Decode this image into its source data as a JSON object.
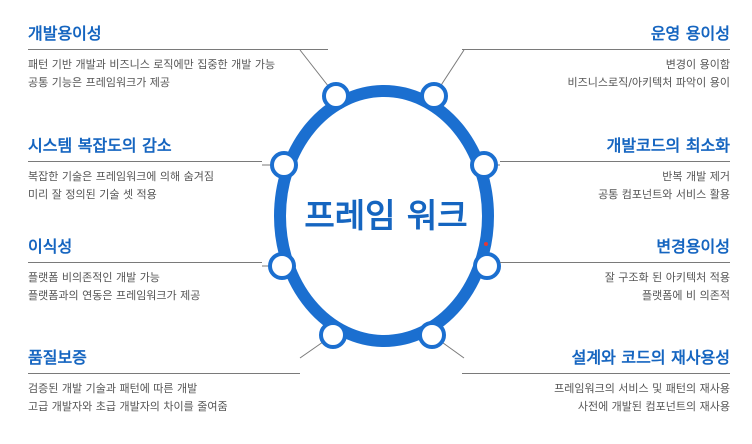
{
  "center_label": "프레임 워크",
  "colors": {
    "accent": "#1565c0",
    "ring": "#1b6fd0",
    "text": "#555555",
    "rule": "#7a7a7a"
  },
  "left_items": [
    {
      "title": "개발용이성",
      "lines": [
        "패턴 기반 개발과 비즈니스 로직에만 집중한 개발 가능",
        "공통 기능은 프레임워크가 제공"
      ]
    },
    {
      "title": "시스템 복잡도의 감소",
      "lines": [
        "복잡한 기술은 프레임워크에 의해 숨겨짐",
        "미리 잘 정의된 기술 셋 적용"
      ]
    },
    {
      "title": "이식성",
      "lines": [
        "플랫폼 비의존적인 개발 가능",
        "플랫폼과의 연동은 프레임워크가 제공"
      ]
    },
    {
      "title": "품질보증",
      "lines": [
        "검증된 개발 기술과 패턴에 따른 개발",
        "고급 개발자와 초급 개발자의 차이를 줄여줌"
      ]
    }
  ],
  "right_items": [
    {
      "title": "운영 용이성",
      "lines": [
        "변경이 용이함",
        "비즈니스로직/아키텍처 파악이 용이"
      ]
    },
    {
      "title": "개발코드의 최소화",
      "lines": [
        "반복 개발 제거",
        "공통 컴포넌트와 서비스 활용"
      ]
    },
    {
      "title": "변경용이성",
      "lines": [
        "잘 구조화 된 아키텍처 적용",
        "플랫폼에 비 의존적"
      ]
    },
    {
      "title": "설계와 코드의 재사용성",
      "lines": [
        "프레임워크의 서비스 및 패턴의 재사용",
        "사전에 개발된 컴포넌트의 재사용"
      ]
    }
  ]
}
